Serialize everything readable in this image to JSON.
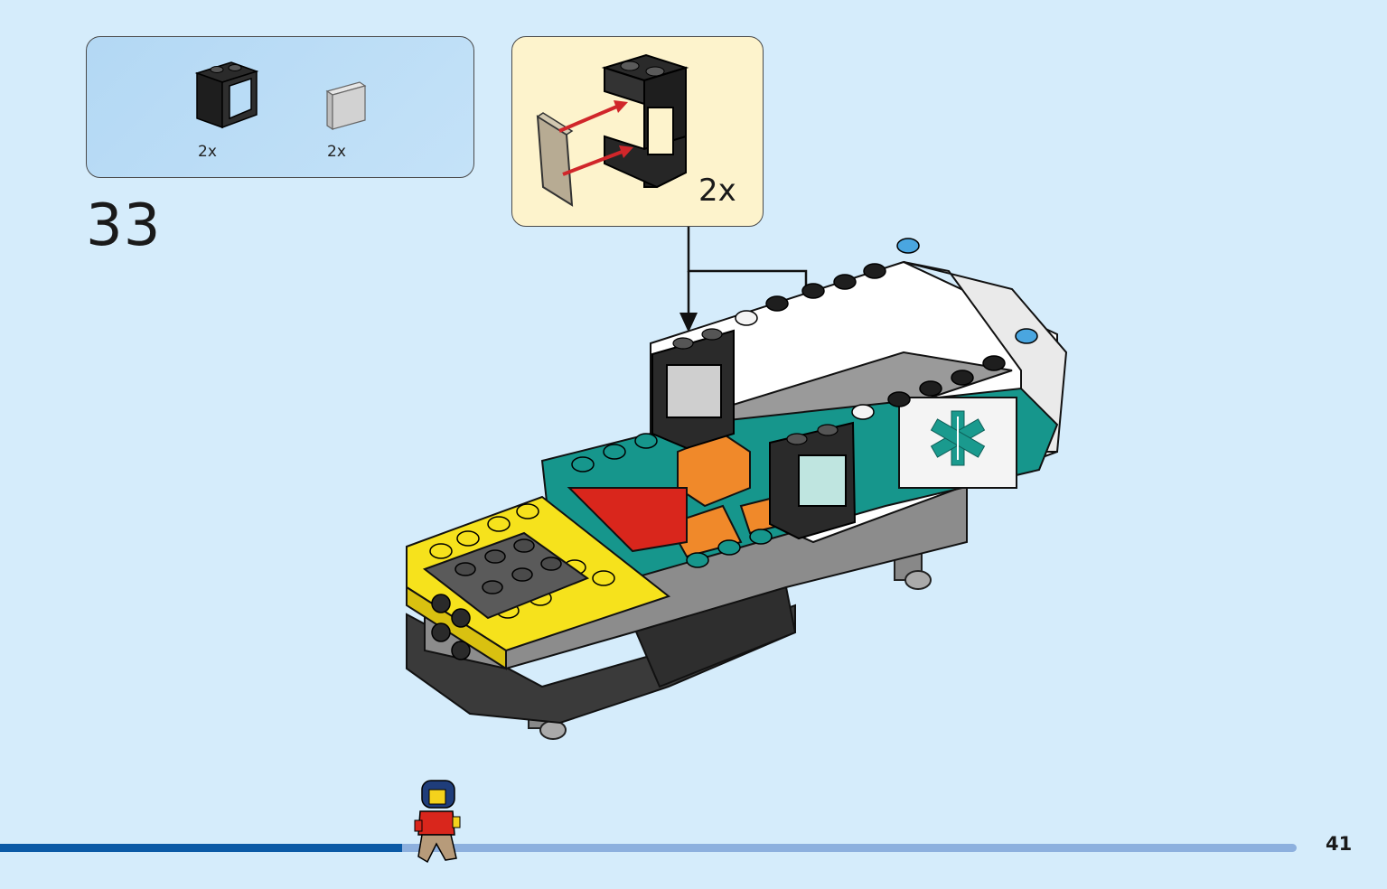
{
  "step": {
    "number": "33"
  },
  "parts_list": {
    "items": [
      {
        "part": "black-window-frame",
        "qty": "2x",
        "color": "#1e1e1e"
      },
      {
        "part": "trans-clear-window-glass",
        "qty": "2x",
        "color": "#c9c9c9"
      }
    ]
  },
  "sub_assembly": {
    "qty": "2x",
    "arrow_color": "#d0262a"
  },
  "page": {
    "number": "41"
  },
  "progress": {
    "fraction": 0.31
  },
  "colors": {
    "background": "#d5ecfb",
    "parts_box": "#b9dcf6",
    "sub_box": "#fdf3cc",
    "progress_fill": "#0b5aa6",
    "progress_track": "#8db0de",
    "teal": "#16968c",
    "yellow": "#f6e21c",
    "red": "#d9261c",
    "orange": "#f0892a"
  }
}
